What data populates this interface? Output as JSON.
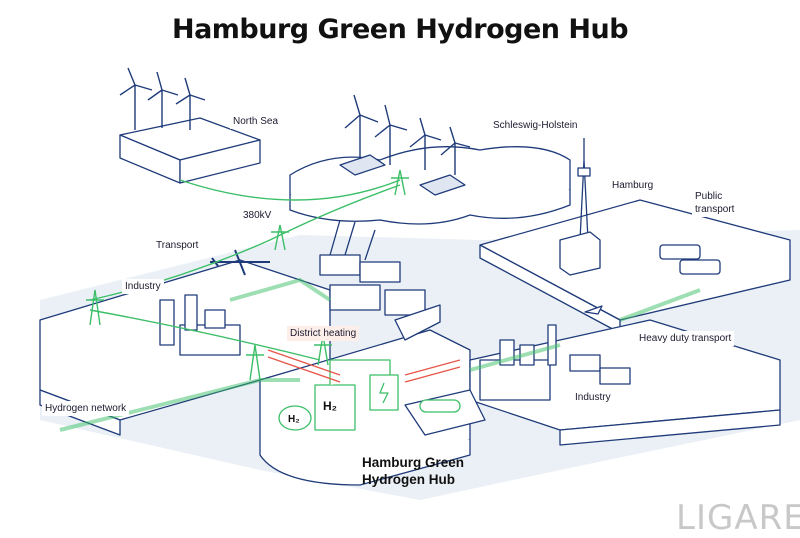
{
  "title": "Hamburg Green Hydrogen Hub",
  "labels": {
    "north_sea": "North Sea",
    "schleswig_holstein": "Schleswig-Holstein",
    "hamburg": "Hamburg",
    "public_transport": "Public transport",
    "kv380": "380kV",
    "transport": "Transport",
    "industry_left": "Industry",
    "district_heating": "District heating",
    "heavy_duty_transport": "Heavy duty transport",
    "industry_right": "Industry",
    "hydrogen_network": "Hydrogen network",
    "hub_line1": "Hamburg Green",
    "hub_line2": "Hydrogen Hub",
    "h2_tank": "H₂",
    "h2_compressor": "H₂"
  },
  "watermark": "LIGARE",
  "colors": {
    "outline": "#1f3b7a",
    "green": "#3cbf68",
    "water": "#eaf0f6",
    "red": "#e6574a",
    "pink": "#fdeee9"
  }
}
